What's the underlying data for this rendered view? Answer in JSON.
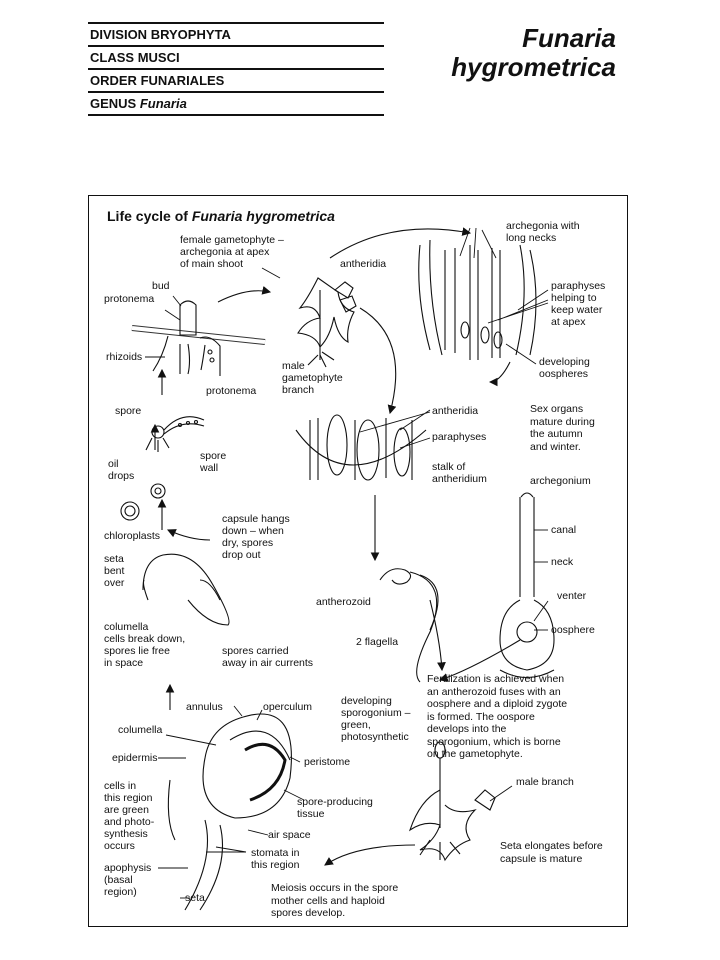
{
  "classification": [
    {
      "rank": "DIVISION",
      "name": "BRYOPHYTA",
      "italic": false
    },
    {
      "rank": "CLASS",
      "name": "MUSCI",
      "italic": false
    },
    {
      "rank": "ORDER",
      "name": "FUNARIALES",
      "italic": false
    },
    {
      "rank": "GENUS",
      "name": "Funaria",
      "italic": true
    }
  ],
  "species_title_line1": "Funaria",
  "species_title_line2": "hygrometrica",
  "frame_title_prefix": "Life cycle of ",
  "frame_title_species": "Funaria hygrometrica",
  "labels": {
    "female_gametophyte": "female gametophyte –\narchegonia at apex\nof main shoot",
    "antheridia_top": "antheridia",
    "archegonia_long_necks": "archegonia with\nlong necks",
    "paraphyses_helping": "paraphyses\nhelping to\nkeep water\nat apex",
    "developing_oospheres": "developing\noospheres",
    "bud": "bud",
    "protonema_top": "protonema",
    "rhizoids": "rhizoids",
    "male_gametophyte_branch": "male\ngametophyte\nbranch",
    "protonema_mid": "protonema",
    "spore": "spore",
    "spore_wall": "spore\nwall",
    "oil_drops": "oil\ndrops",
    "chloroplasts": "chloroplasts",
    "antheridia_mid": "antheridia",
    "paraphyses_mid": "paraphyses",
    "stalk_of_antheridium": "stalk of\nantheridium",
    "archegonium": "archegonium",
    "canal": "canal",
    "neck": "neck",
    "venter": "venter",
    "oosphere": "oosphere",
    "capsule_hangs": "capsule hangs\ndown – when\ndry, spores\ndrop out",
    "seta_bent": "seta\nbent\nover",
    "columella_cells": "columella\ncells break down,\nspores lie free\nin space",
    "spores_carried": "spores carried\naway in air currents",
    "antherozoid": "antherozoid",
    "two_flagella": "2 flagella",
    "annulus": "annulus",
    "operculum": "operculum",
    "columella": "columella",
    "epidermis": "epidermis",
    "peristome": "peristome",
    "cells_green": "cells in\nthis region\nare green\nand photo-\nsynthesis\noccurs",
    "spore_producing": "spore-producing\ntissue",
    "air_space": "air space",
    "stomata": "stomata in\nthis region",
    "apophysis": "apophysis\n(basal\nregion)",
    "seta": "seta",
    "developing_sporogonium": "developing\nsporogonium –\ngreen,\nphotosynthetic",
    "male_branch": "male branch"
  },
  "notes": {
    "sex_organs": "Sex organs\nmature during\nthe autumn\nand winter.",
    "fertilization": "Fertilization is achieved when\nan antherozoid fuses with an\noosphere and a diploid zygote\nis formed. The oospore\ndevelops into the\nsporogonium, which is borne\non the gametophyte.",
    "seta_elongates": "Seta elongates before\ncapsule is mature",
    "meiosis": "Meiosis occurs in the spore\nmother cells and haploid\nspores develop."
  }
}
